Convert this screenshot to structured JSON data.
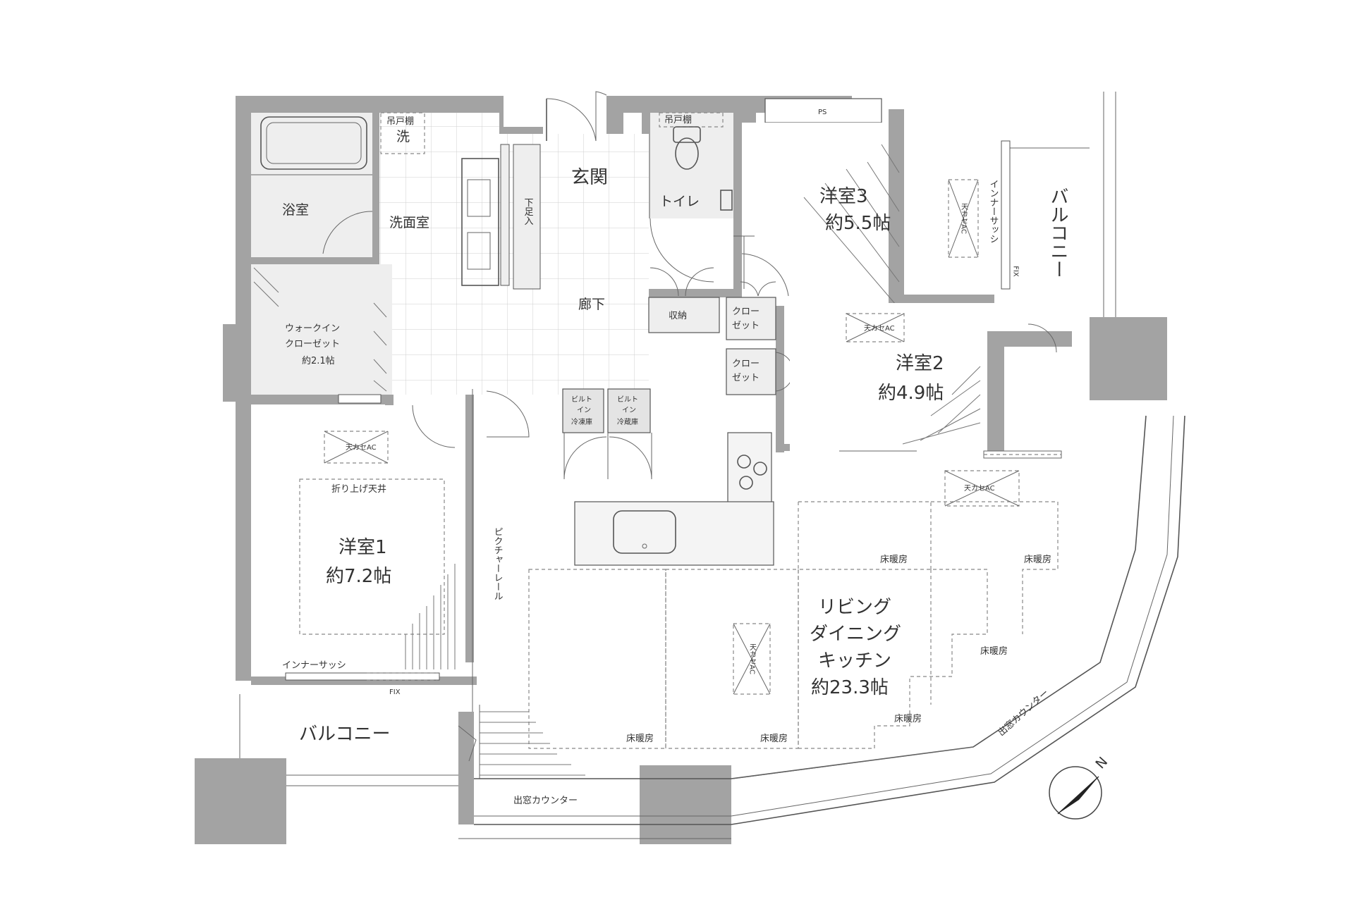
{
  "rooms": {
    "bath": "浴室",
    "washroom": "洗面室",
    "wash_mark": "洗",
    "hanging_shelf_1": "吊戸棚",
    "entrance": "玄関",
    "shoe_storage": "下足入",
    "toilet": "トイレ",
    "hanging_shelf_2": "吊戸棚",
    "ps": "PS",
    "bedroom3_name": "洋室3",
    "bedroom3_size": "約5.5帖",
    "balcony_east": "バルコニー",
    "inner_sash_east": "インナーサッシ",
    "fix_east": "FIX",
    "corridor": "廊下",
    "storage": "収納",
    "closet_a_l1": "クロー",
    "closet_a_l2": "ゼット",
    "closet_b_l1": "クロー",
    "closet_b_l2": "ゼット",
    "bedroom2_name": "洋室2",
    "bedroom2_size": "約4.9帖",
    "wic_l1": "ウォークイン",
    "wic_l2": "クローゼット",
    "wic_size": "約2.1帖",
    "freezer_l1": "ビルト",
    "freezer_l2": "イン",
    "freezer_l3": "冷凍庫",
    "fridge_l1": "ビルト",
    "fridge_l2": "イン",
    "fridge_l3": "冷蔵庫",
    "folded_ceiling": "折り上げ天井",
    "bedroom1_name": "洋室1",
    "bedroom1_size": "約7.2帖",
    "picture_rail": "ピクチャーレール",
    "ldk_l1": "リビング",
    "ldk_l2": "ダイニング",
    "ldk_l3": "キッチン",
    "ldk_size": "約23.3帖",
    "inner_sash_west": "インナーサッシ",
    "fix_west": "FIX",
    "balcony_west": "バルコニー",
    "bay_counter_south": "出窓カウンター",
    "bay_counter_curve": "出窓カウンター"
  },
  "equipment": {
    "ceiling_ac": "天カセAC",
    "floor_heating": "床暖房"
  },
  "compass": {
    "north": "N"
  }
}
